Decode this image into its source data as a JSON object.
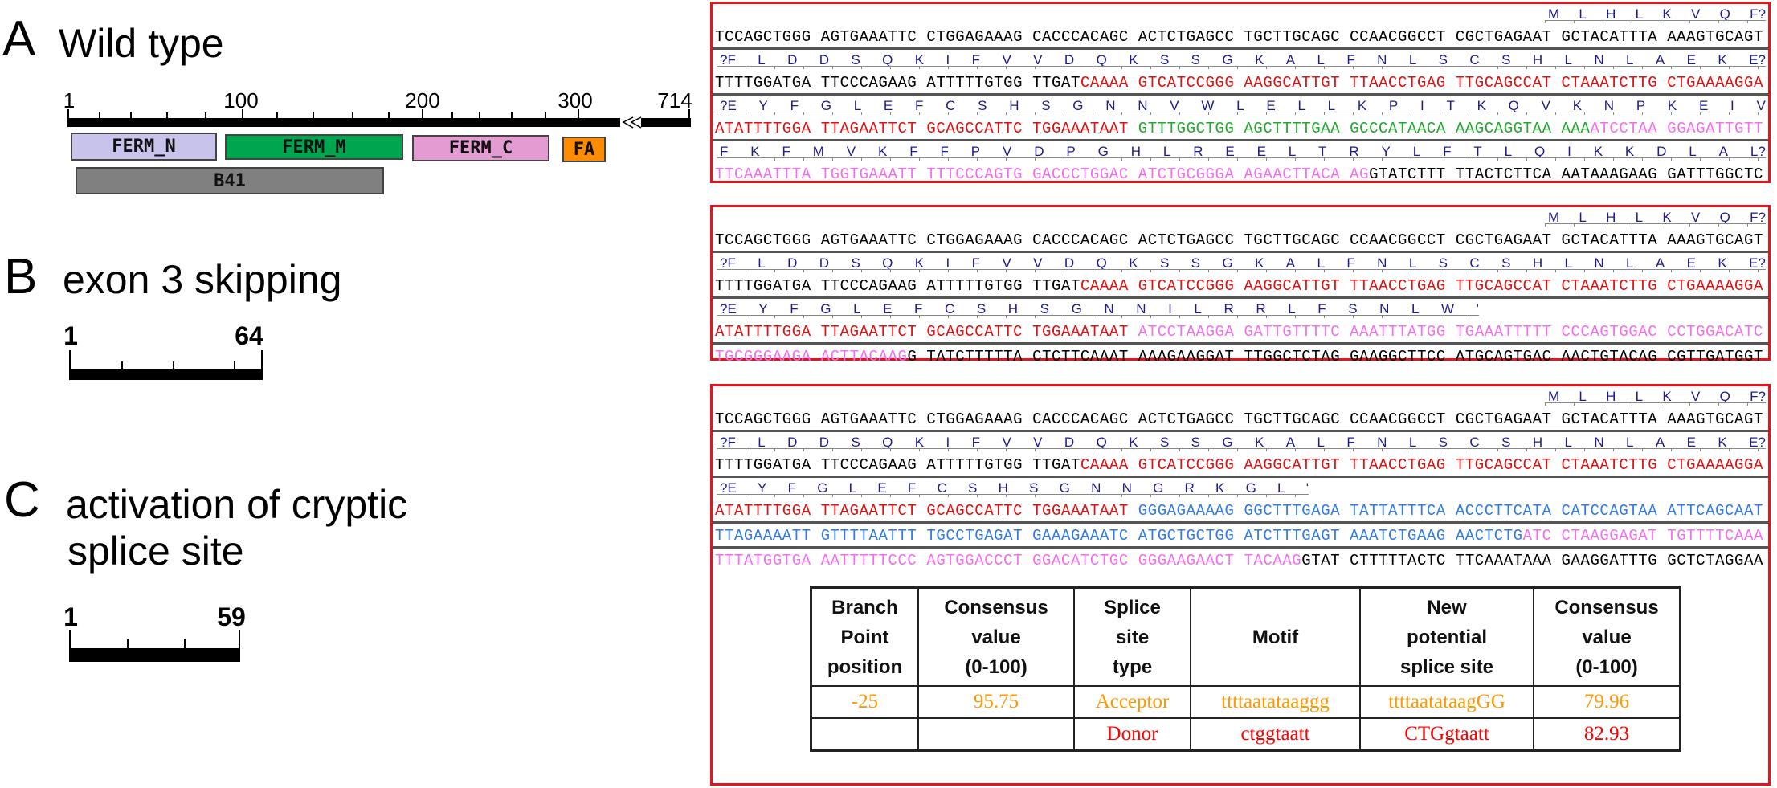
{
  "panels": [
    {
      "letter": "A",
      "title": [
        "Wild type"
      ],
      "ruler": {
        "labels": [
          "1",
          "100",
          "200",
          "300",
          "714"
        ]
      },
      "domains": [
        {
          "label": "FERM_N",
          "color": "#c8c3ea"
        },
        {
          "label": "FERM_M",
          "color": "#00a550"
        },
        {
          "label": "FERM_C",
          "color": "#e39bd2"
        },
        {
          "label": "FA",
          "color": "#ff8c00"
        },
        {
          "label": "B41",
          "color": "#808080"
        }
      ]
    },
    {
      "letter": "B",
      "title": [
        "exon 3 skipping"
      ],
      "ruler": {
        "labels": [
          "1",
          "64"
        ]
      }
    },
    {
      "letter": "C",
      "title": [
        "activation of cryptic",
        "splice site"
      ],
      "ruler": {
        "labels": [
          "1",
          "59"
        ]
      }
    }
  ],
  "colors": {
    "black": "#000000",
    "red": "#e01010",
    "green": "#1faa2a",
    "pink": "#f56ef0",
    "blue": "#2f7be6",
    "aa": "#1c1c8a",
    "orange": "#ff9900",
    "table_red": "#ff0000",
    "frame": "#e8141b"
  },
  "sequences": {
    "A": [
      {
        "type": "aa",
        "letters": [
          "M",
          "L",
          "H",
          "L",
          "K",
          "V",
          "Q",
          "F?"
        ],
        "span": "top"
      },
      {
        "type": "dna",
        "segments": [
          {
            "t": "TCCAGCTGGG AGTGAAATTC CTGGAGAAAG CACCCACAGC ACTCTGAGCC TGCTTGCAGC CCAACGGCCT CGCTGAGAAT GCTACATTTA AAAGTGCAGT",
            "c": "black"
          }
        ]
      },
      {
        "type": "aa",
        "letters": [
          "?F",
          "L",
          "D",
          "D",
          "S",
          "Q",
          "K",
          "I",
          "F",
          "V",
          "V",
          "D",
          "Q",
          "K",
          "S",
          "S",
          "G",
          "K",
          "A",
          "L",
          "F",
          "N",
          "L",
          "S",
          "C",
          "S",
          "H",
          "L",
          "N",
          "L",
          "A",
          "E",
          "K",
          "E?"
        ],
        "span": "full"
      },
      {
        "type": "dna",
        "segments": [
          {
            "t": "TTTTGGATGA TTCCCAGAAG ATTTTTGTGG TTGAT",
            "c": "black"
          },
          {
            "t": "CAAAA GTCATCCGGG AAGGCATTGT TTAACCTGAG TTGCAGCCAT CTAAATCTTG CTGAAAAGGA",
            "c": "red"
          }
        ]
      },
      {
        "type": "aa",
        "letters": [
          "?E",
          "Y",
          "F",
          "G",
          "L",
          "E",
          "F",
          "C",
          "S",
          "H",
          "S",
          "G",
          "N",
          "N",
          "V",
          "W",
          "L",
          "E",
          "L",
          "L",
          "K",
          "P",
          "I",
          "T",
          "K",
          "Q",
          "V",
          "K",
          "N",
          "P",
          "K",
          "E",
          "I",
          "V"
        ],
        "span": "full"
      },
      {
        "type": "dna",
        "segments": [
          {
            "t": "ATATTTTGGA TTAGAATTCT GCAGCCATTC TGGAAATAAT ",
            "c": "red"
          },
          {
            "t": "GTTTGGCTGG AGCTTTTGAA GCCCATAACA AAGCAGGTAA AAA",
            "c": "green"
          },
          {
            "t": "ATCCTAA GGAGATTGTT",
            "c": "pink"
          }
        ]
      },
      {
        "type": "aa",
        "letters": [
          "F",
          "K",
          "F",
          "M",
          "V",
          "K",
          "F",
          "F",
          "P",
          "V",
          "D",
          "P",
          "G",
          "H",
          "L",
          "R",
          "E",
          "E",
          "L",
          "T",
          "R",
          "Y",
          "L",
          "F",
          "T",
          "L",
          "Q",
          "I",
          "K",
          "K",
          "D",
          "L",
          "A",
          "L?"
        ],
        "span": "full"
      },
      {
        "type": "dna",
        "segments": [
          {
            "t": "TTCAAATTTA TGGTGAAATT TTTCCCAGTG GACCCTGGAC ATCTGCGGGA AGAACTTACA AG",
            "c": "pink"
          },
          {
            "t": "GTATCTTT TTACTCTTCA AATAAAGAAG GATTTGGCTC",
            "c": "black"
          }
        ]
      }
    ],
    "B": [
      {
        "type": "aa",
        "letters": [
          "M",
          "L",
          "H",
          "L",
          "K",
          "V",
          "Q",
          "F?"
        ],
        "span": "top"
      },
      {
        "type": "dna",
        "segments": [
          {
            "t": "TCCAGCTGGG AGTGAAATTC CTGGAGAAAG CACCCACAGC ACTCTGAGCC TGCTTGCAGC CCAACGGCCT CGCTGAGAAT GCTACATTTA AAAGTGCAGT",
            "c": "black"
          }
        ]
      },
      {
        "type": "aa",
        "letters": [
          "?F",
          "L",
          "D",
          "D",
          "S",
          "Q",
          "K",
          "I",
          "F",
          "V",
          "V",
          "D",
          "Q",
          "K",
          "S",
          "S",
          "G",
          "K",
          "A",
          "L",
          "F",
          "N",
          "L",
          "S",
          "C",
          "S",
          "H",
          "L",
          "N",
          "L",
          "A",
          "E",
          "K",
          "E?"
        ],
        "span": "full"
      },
      {
        "type": "dna",
        "segments": [
          {
            "t": "TTTTGGATGA TTCCCAGAAG ATTTTTGTGG TTGAT",
            "c": "black"
          },
          {
            "t": "CAAAA GTCATCCGGG AAGGCATTGT TTAACCTGAG TTGCAGCCAT CTAAATCTTG CTGAAAAGGA",
            "c": "red"
          }
        ]
      },
      {
        "type": "aa",
        "letters": [
          "?E",
          "Y",
          "F",
          "G",
          "L",
          "E",
          "F",
          "C",
          "S",
          "H",
          "S",
          "G",
          "N",
          "N",
          "I",
          "L",
          "R",
          "R",
          "L",
          "F",
          "S",
          "N",
          "L",
          "W",
          "'"
        ],
        "span": "b"
      },
      {
        "type": "dna",
        "segments": [
          {
            "t": "ATATTTTGGA TTAGAATTCT GCAGCCATTC TGGAAATAAT ",
            "c": "red"
          },
          {
            "t": "ATCCTAAGGA GATTGTTTTC AAATTTATGG TGAAATTTTT CCCAGTGGAC CCTGGACATC",
            "c": "pink"
          }
        ]
      },
      {
        "type": "dna",
        "segments": [
          {
            "t": "TGCGGGAAGA ACTTACAAG",
            "c": "pink"
          },
          {
            "t": "G TATCTTTTTA CTCTTCAAAT AAAGAAGGAT TTGGCTCTAG GAAGGCTTCC ATGCAGTGAC AACTGTACAG CGTTGATGGT",
            "c": "black"
          }
        ]
      }
    ],
    "C": [
      {
        "type": "aa",
        "letters": [
          "M",
          "L",
          "H",
          "L",
          "K",
          "V",
          "Q",
          "F?"
        ],
        "span": "top"
      },
      {
        "type": "dna",
        "segments": [
          {
            "t": "TCCAGCTGGG AGTGAAATTC CTGGAGAAAG CACCCACAGC ACTCTGAGCC TGCTTGCAGC CCAACGGCCT CGCTGAGAAT GCTACATTTA AAAGTGCAGT",
            "c": "black"
          }
        ]
      },
      {
        "type": "aa",
        "letters": [
          "?F",
          "L",
          "D",
          "D",
          "S",
          "Q",
          "K",
          "I",
          "F",
          "V",
          "V",
          "D",
          "Q",
          "K",
          "S",
          "S",
          "G",
          "K",
          "A",
          "L",
          "F",
          "N",
          "L",
          "S",
          "C",
          "S",
          "H",
          "L",
          "N",
          "L",
          "A",
          "E",
          "K",
          "E?"
        ],
        "span": "full"
      },
      {
        "type": "dna",
        "segments": [
          {
            "t": "TTTTGGATGA TTCCCAGAAG ATTTTTGTGG TTGAT",
            "c": "black"
          },
          {
            "t": "CAAAA GTCATCCGGG AAGGCATTGT TTAACCTGAG TTGCAGCCAT CTAAATCTTG CTGAAAAGGA",
            "c": "red"
          }
        ]
      },
      {
        "type": "aa",
        "letters": [
          "?E",
          "Y",
          "F",
          "G",
          "L",
          "E",
          "F",
          "C",
          "S",
          "H",
          "S",
          "G",
          "N",
          "N",
          "G",
          "R",
          "K",
          "G",
          "L",
          "'"
        ],
        "span": "c"
      },
      {
        "type": "dna",
        "segments": [
          {
            "t": "ATATTTTGGA TTAGAATTCT GCAGCCATTC TGGAAATAAT ",
            "c": "red"
          },
          {
            "t": "GGGAGAAAAG GGCTTTGAGA TATTATTTCA ACCCTTCATA CATCCAGTAA ATTCAGCAAT",
            "c": "blue"
          }
        ]
      },
      {
        "type": "dna",
        "segments": [
          {
            "t": "TTAGAAAATT GTTTTAATTT TGCCTGAGAT GAAAGAAATC ATGCTGCTGG ATCTTTGAGT AAATCTGAAG AACTCTG",
            "c": "blue"
          },
          {
            "t": "ATC CTAAGGAGAT TGTTTTCAAA",
            "c": "pink"
          }
        ]
      },
      {
        "type": "dna",
        "segments": [
          {
            "t": "TTTATGGTGA AATTTTTCCC AGTGGACCCT GGACATCTGC GGGAAGAACT TACAAG",
            "c": "pink"
          },
          {
            "t": "GTAT CTTTTTACTC TTCAAATAAA GAAGGATTTG GCTCTAGGAA",
            "c": "black"
          }
        ]
      }
    ]
  },
  "table": {
    "headers": [
      [
        "Branch",
        "Point",
        "position"
      ],
      [
        "Consensus",
        "value",
        "(0-100)"
      ],
      [
        "Splice",
        "site",
        "type"
      ],
      [
        "Motif"
      ],
      [
        "New",
        "potential",
        "splice site"
      ],
      [
        "Consensus",
        "value",
        "(0-100)"
      ]
    ],
    "rows": [
      {
        "color": "orange",
        "cells": [
          "-25",
          "95.75",
          "Acceptor",
          "ttttaatataaggg",
          "ttttaatataagGG",
          "79.96"
        ]
      },
      {
        "color": "table_red",
        "cells": [
          "",
          "",
          "Donor",
          "ctggtaatt",
          "CTGgtaatt",
          "82.93"
        ]
      }
    ]
  }
}
